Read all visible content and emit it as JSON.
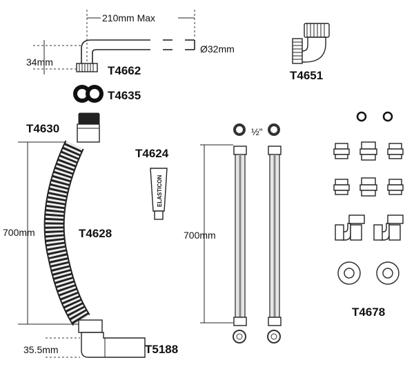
{
  "labels": {
    "dim_210": "210mm Max",
    "dim_34": "34mm",
    "dim_dia32": "Ø32mm",
    "t4662": "T4662",
    "t4635": "T4635",
    "t4651": "T4651",
    "t4630": "T4630",
    "t4624": "T4624",
    "t4628": "T4628",
    "dim_700_left": "700mm",
    "dim_700_mid": "700mm",
    "half_inch": "½\"",
    "t4678": "T4678",
    "dim_355": "35.5mm",
    "t5188": "T5188",
    "elasticon": "ELASTICON"
  }
}
